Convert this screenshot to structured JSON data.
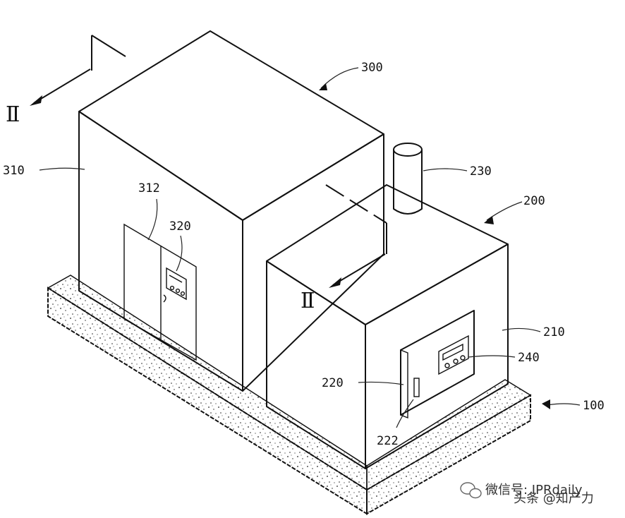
{
  "labels": {
    "ref_300": "300",
    "ref_310": "310",
    "ref_312": "312",
    "ref_320": "320",
    "ref_230": "230",
    "ref_200": "200",
    "ref_210": "210",
    "ref_220": "220",
    "ref_240": "240",
    "ref_222": "222",
    "ref_100": "100",
    "section_top": "Ⅱ",
    "section_mid": "Ⅱ"
  },
  "watermark": {
    "line_1": "微信号: IPRdaily",
    "line_2": "头条 @知产力"
  },
  "colors": {
    "ink": "#111111",
    "paper": "#ffffff",
    "speckle": "#222222"
  }
}
